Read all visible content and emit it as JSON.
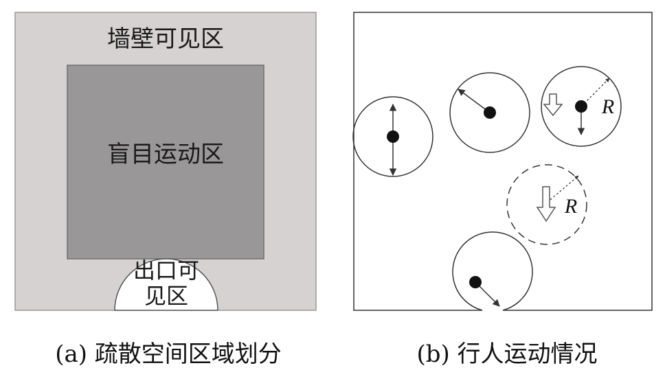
{
  "panel_a": {
    "wall_zone_label": "墙壁可见区",
    "blind_zone_label": "盲目运动区",
    "exit_zone_label_line1": "出口可",
    "exit_zone_label_line2": "见区",
    "caption": "(a)  疏散空间区域划分"
  },
  "panel_b": {
    "radius_label_1": "R",
    "radius_label_2": "R",
    "caption": "(b)  行人运动情况"
  },
  "colors": {
    "wall_zone": "#d6d2d2",
    "blind_zone": "#999797",
    "exit_zone": "#ffffff",
    "stroke": "#333333"
  }
}
